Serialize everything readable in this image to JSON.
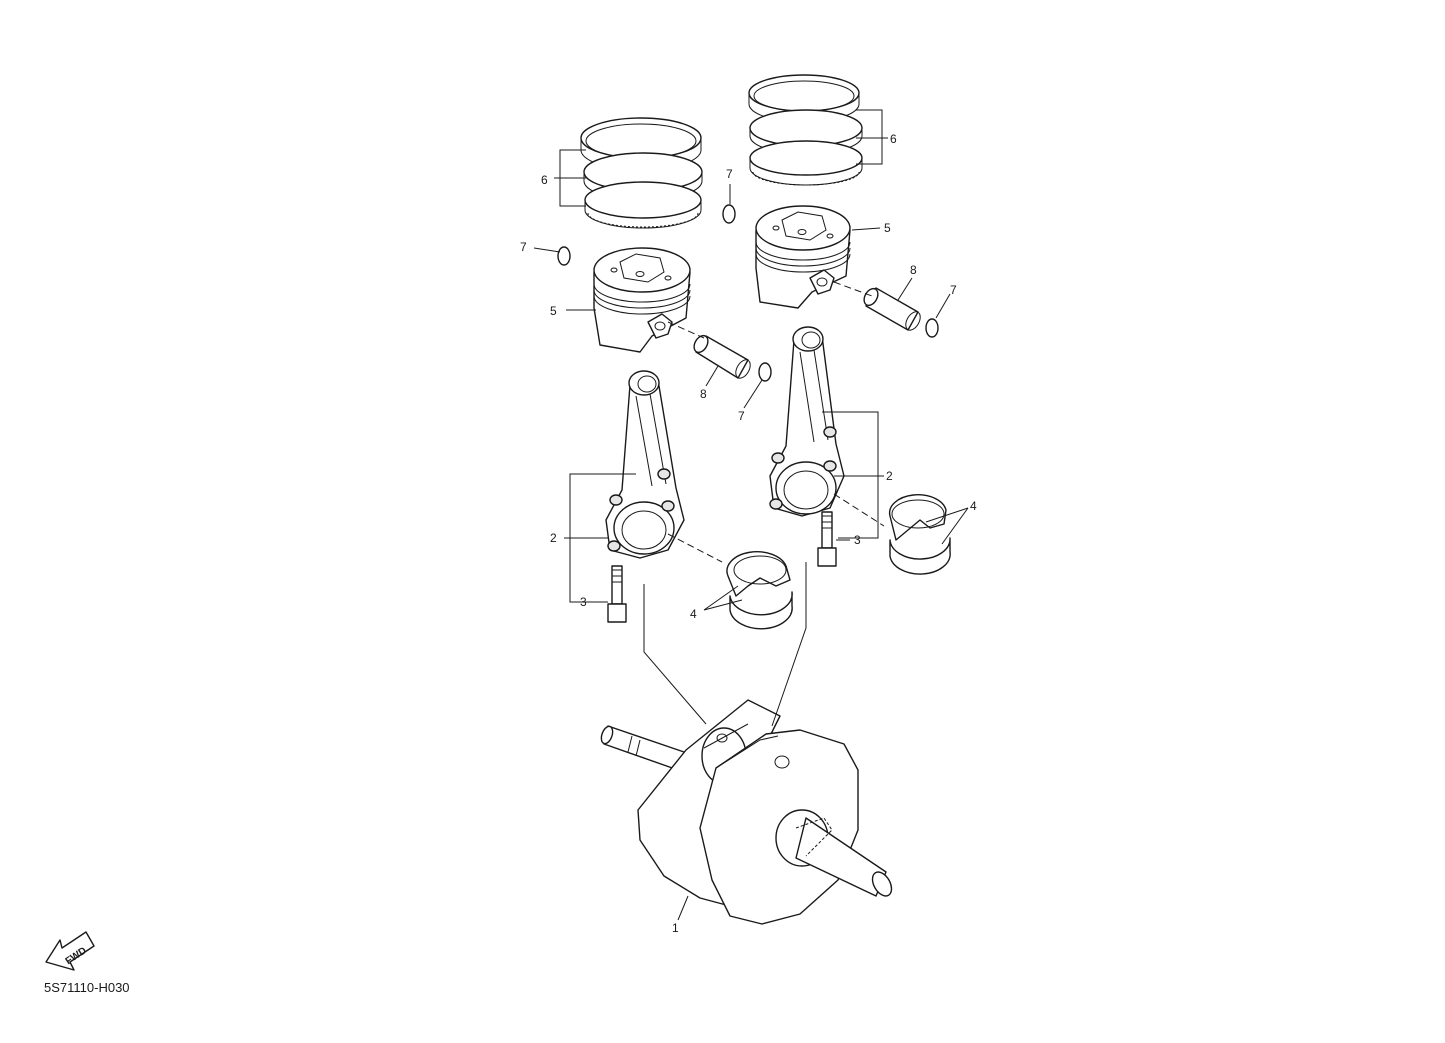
{
  "diagram": {
    "drawing_code": "5S71110-H030",
    "fwd_label": "FWD",
    "callouts": [
      "1",
      "2",
      "3",
      "4",
      "5",
      "6",
      "7",
      "8"
    ]
  }
}
